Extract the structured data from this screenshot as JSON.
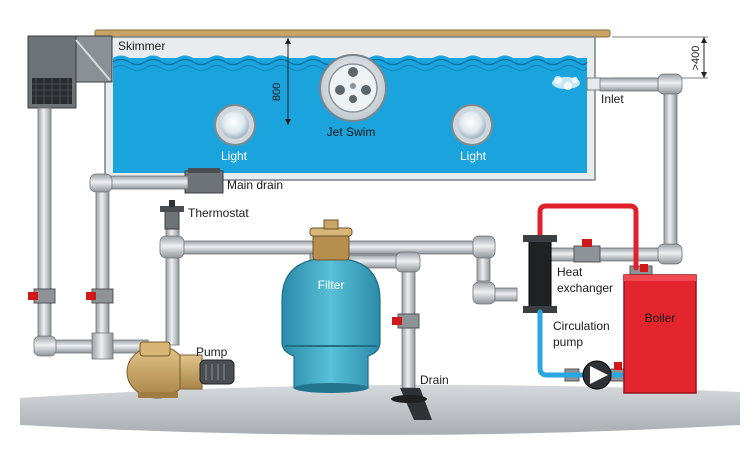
{
  "labels": {
    "skimmer": "Skimmer",
    "jet_swim": "Jet Swim",
    "light_left": "Light",
    "light_right": "Light",
    "depth": "800",
    "height": ">400",
    "inlet": "Inlet",
    "main_drain": "Main drain",
    "thermostat": "Thermostat",
    "filter": "Filter",
    "heat_exchanger_line1": "Heat",
    "heat_exchanger_line2": "exchanger",
    "circulation_pump_line1": "Circulation",
    "circulation_pump_line2": "pump",
    "boiler": "Boiler",
    "pump": "Pump",
    "drain": "Drain"
  },
  "colors": {
    "water": "#1aa3dc",
    "pipe": "#c9cdd1",
    "pipe_edge": "#6e7378",
    "hot_pipe": "#e0202a",
    "cold_pipe": "#2aa7e0",
    "boiler": "#e3262e",
    "filter_tank": "#3aa6c2",
    "pump_body": "#c9a463",
    "ground": "#c4c8cc",
    "valve": "#d01818"
  }
}
